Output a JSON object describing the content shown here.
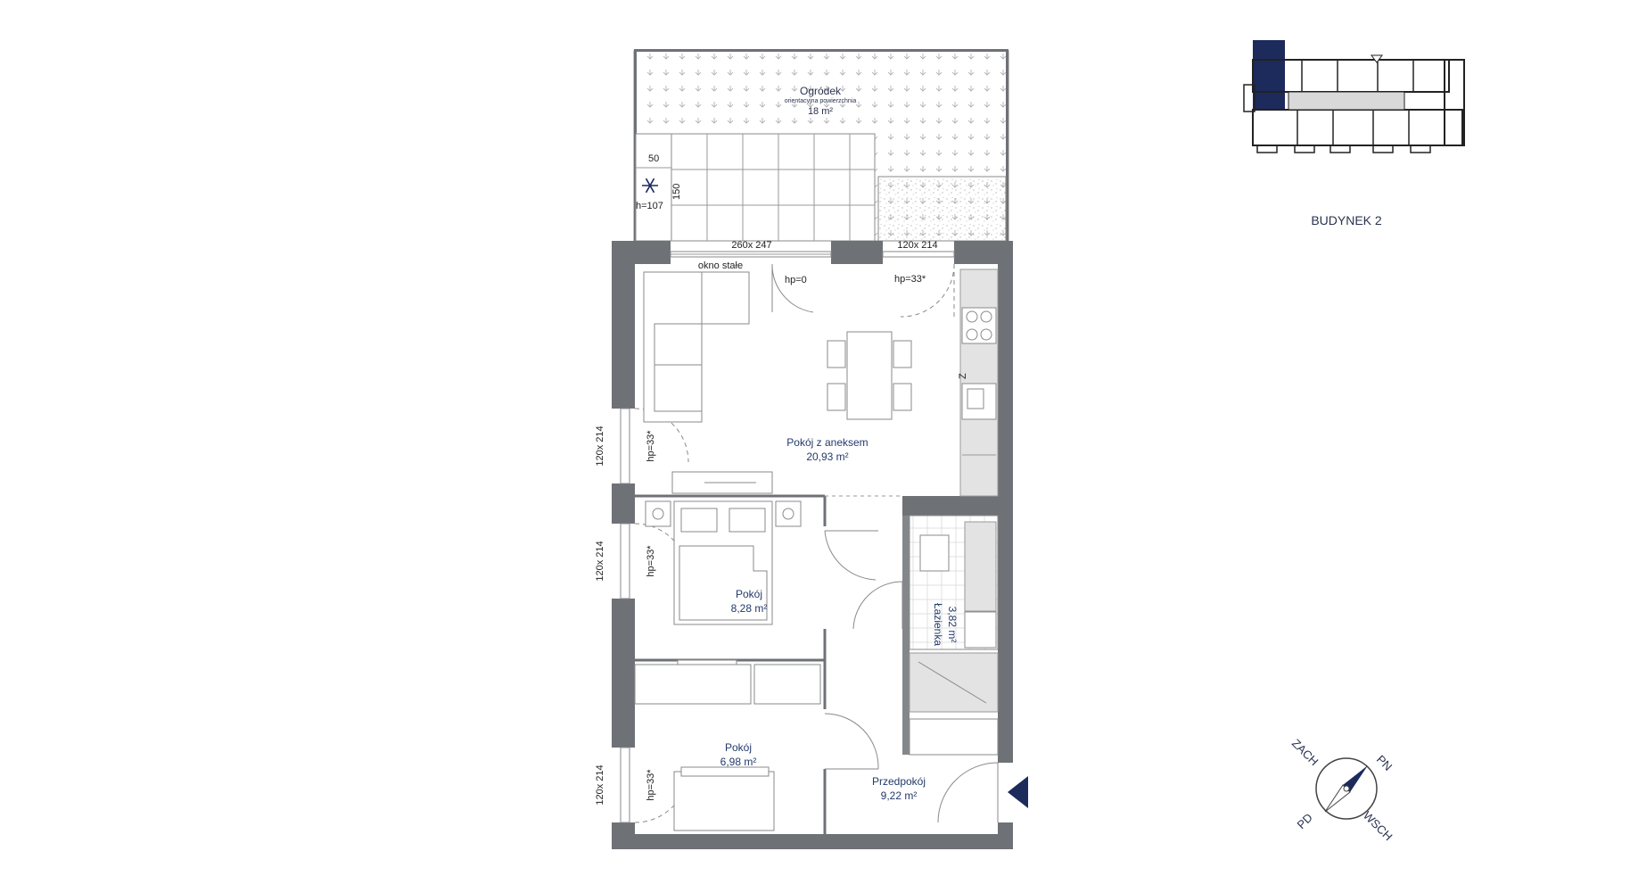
{
  "building": {
    "label": "BUDYNEK 2",
    "highlight_color": "#1c2a5c"
  },
  "compass": {
    "north": "PN",
    "west": "ZACH",
    "south": "PD",
    "east": "WSCH"
  },
  "garden": {
    "name": "Ogródek",
    "note": "orientacyjna powierzchnia",
    "area": "18 m²"
  },
  "rooms": {
    "living": {
      "name": "Pokój z aneksem",
      "area": "20,93 m²"
    },
    "bedroom1": {
      "name": "Pokój",
      "area": "8,28 m²"
    },
    "bedroom2": {
      "name": "Pokój",
      "area": "6,98 m²"
    },
    "bathroom": {
      "name": "Łazienka",
      "area": "3,82 m²"
    },
    "hall": {
      "name": "Przedpokój",
      "area": "9,22 m²"
    }
  },
  "openings": {
    "balcony_door": "260x 247",
    "fixed_window": "okno stałe",
    "door_hp0": "hp=0",
    "top_window": "120x 214",
    "top_window_hp": "hp=33*",
    "left_window1": "120x 214",
    "left_window1_hp": "hp=33*",
    "left_window2": "120x 214",
    "left_window2_hp": "hp=33*",
    "left_window3": "120x 214",
    "left_window3_hp": "hp=33*"
  },
  "ac_unit": {
    "width": "50",
    "depth": "150",
    "height": "h=107"
  },
  "colors": {
    "wall": "#6e7276",
    "accent": "#1c2a5c",
    "floor_gray": "#e3e3e3"
  }
}
